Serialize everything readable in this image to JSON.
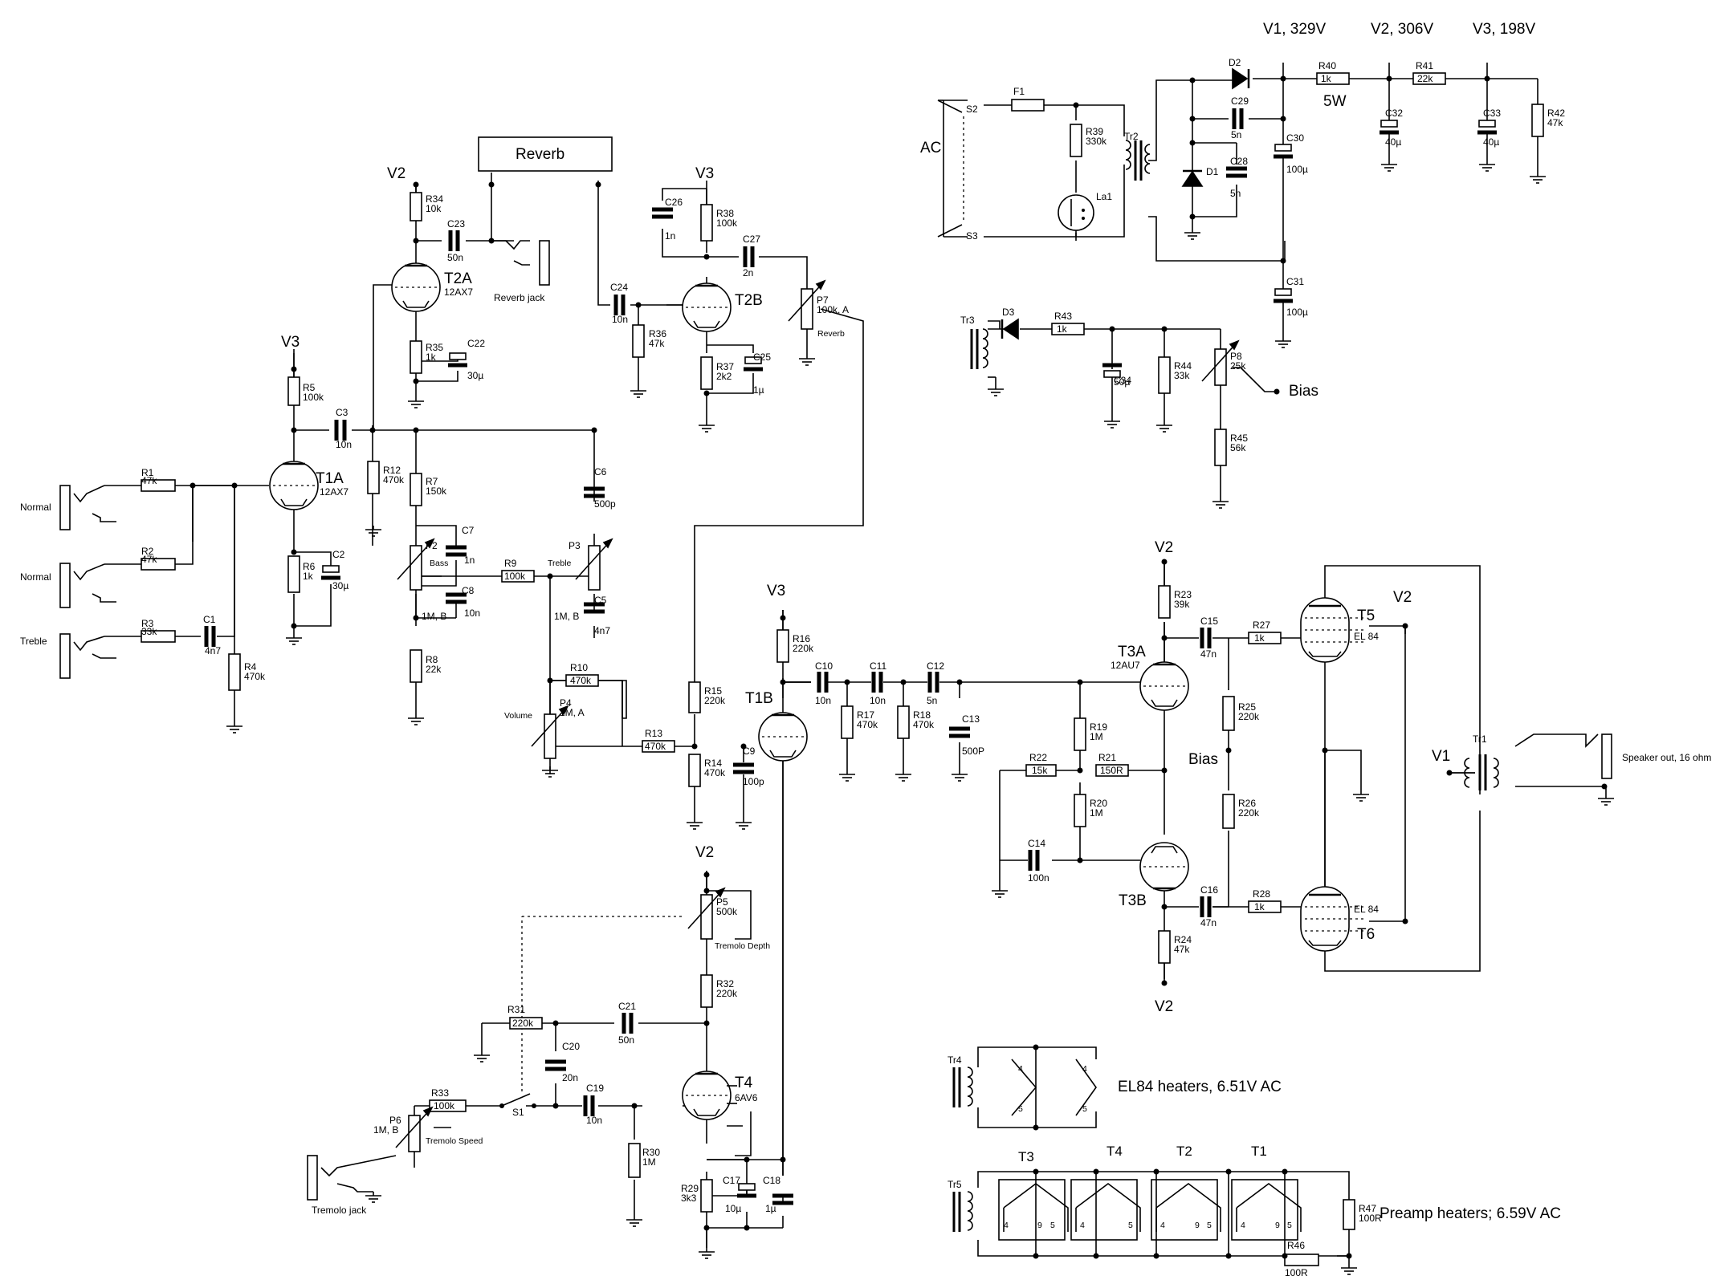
{
  "labels": {
    "v1_329": "V1, 329V",
    "v2_306": "V2, 306V",
    "v3_198": "V3, 198V",
    "v1": "V1",
    "v2": "V2",
    "v3": "V3",
    "ac": "AC",
    "bias": "Bias",
    "w5": "5W",
    "reverb_box": "Reverb",
    "s1": "S1",
    "s2": "S2",
    "s3": "S3",
    "reverb_jack": "Reverb jack",
    "tremolo_jack": "Tremolo jack",
    "speaker_out": "Speaker out, 16 ohm",
    "normal": "Normal",
    "treble": "Treble",
    "bass": "Bass",
    "treble_pot": "Treble",
    "volume": "Volume",
    "reverb_pot": "Reverb",
    "tremolo_depth": "Tremolo Depth",
    "tremolo_speed": "Tremolo Speed",
    "el84_heaters": "EL84 heaters, 6.51V AC",
    "preamp_heaters": "Preamp heaters; 6.59V AC"
  },
  "tubes": {
    "T1A": {
      "name": "T1A",
      "type": "12AX7"
    },
    "T1B": {
      "name": "T1B",
      "type": ""
    },
    "T2A": {
      "name": "T2A",
      "type": "12AX7"
    },
    "T2B": {
      "name": "T2B",
      "type": ""
    },
    "T3A": {
      "name": "T3A",
      "type": "12AU7"
    },
    "T3B": {
      "name": "T3B",
      "type": ""
    },
    "T4": {
      "name": "T4",
      "type": "6AV6"
    },
    "T5": {
      "name": "T5",
      "type": "EL 84"
    },
    "T6": {
      "name": "T6",
      "type": "EL 84"
    }
  },
  "parts": {
    "R1": [
      "R1",
      "47k"
    ],
    "R2": [
      "R2",
      "47k"
    ],
    "R3": [
      "R3",
      "33k"
    ],
    "R4": [
      "R4",
      "470k"
    ],
    "R5": [
      "R5",
      "100k"
    ],
    "R6": [
      "R6",
      "1k"
    ],
    "R7": [
      "R7",
      "150k"
    ],
    "R8": [
      "R8",
      "22k"
    ],
    "R9": [
      "R9",
      "100k"
    ],
    "R10": [
      "R10",
      "470k"
    ],
    "R12": [
      "R12",
      "470k"
    ],
    "R13": [
      "R13",
      "470k"
    ],
    "R14": [
      "R14",
      "470k"
    ],
    "R15": [
      "R15",
      "220k"
    ],
    "R16": [
      "R16",
      "220k"
    ],
    "R17": [
      "R17",
      "470k"
    ],
    "R18": [
      "R18",
      "470k"
    ],
    "R19": [
      "R19",
      "1M"
    ],
    "R20": [
      "R20",
      "1M"
    ],
    "R21": [
      "R21",
      "150R"
    ],
    "R22": [
      "R22",
      "15k"
    ],
    "R23": [
      "R23",
      "39k"
    ],
    "R24": [
      "R24",
      "47k"
    ],
    "R25": [
      "R25",
      "220k"
    ],
    "R26": [
      "R26",
      "220k"
    ],
    "R27": [
      "R27",
      "1k"
    ],
    "R28": [
      "R28",
      "1k"
    ],
    "R29": [
      "R29",
      "3k3"
    ],
    "R30": [
      "R30",
      "1M"
    ],
    "R31": [
      "R31",
      "220k"
    ],
    "R32": [
      "R32",
      "220k"
    ],
    "R33": [
      "R33",
      "100k"
    ],
    "R34": [
      "R34",
      "10k"
    ],
    "R35": [
      "R35",
      "1k"
    ],
    "R36": [
      "R36",
      "47k"
    ],
    "R37": [
      "R37",
      "2k2"
    ],
    "R38": [
      "R38",
      "100k"
    ],
    "R39": [
      "R39",
      "330k"
    ],
    "R40": [
      "R40",
      "1k"
    ],
    "R41": [
      "R41",
      "22k"
    ],
    "R42": [
      "R42",
      "47k"
    ],
    "R43": [
      "R43",
      "1k"
    ],
    "R44": [
      "R44",
      "33k"
    ],
    "R45": [
      "R45",
      "56k"
    ],
    "R46": [
      "R46",
      "100R"
    ],
    "R47": [
      "R47",
      "100R"
    ],
    "C1": [
      "C1",
      "4n7"
    ],
    "C2": [
      "C2",
      "30µ"
    ],
    "C3": [
      "C3",
      "10n"
    ],
    "C5": [
      "C5",
      "4n7"
    ],
    "C6": [
      "C6",
      "500p"
    ],
    "C7": [
      "C7",
      "1n"
    ],
    "C8": [
      "C8",
      "10n"
    ],
    "C9": [
      "C9",
      "100p"
    ],
    "C10": [
      "C10",
      "10n"
    ],
    "C11": [
      "C11",
      "10n"
    ],
    "C12": [
      "C12",
      "5n"
    ],
    "C13": [
      "C13",
      "500P"
    ],
    "C14": [
      "C14",
      "100n"
    ],
    "C15": [
      "C15",
      "47n"
    ],
    "C16": [
      "C16",
      "47n"
    ],
    "C17": [
      "C17",
      "10µ"
    ],
    "C18": [
      "C18",
      "1µ"
    ],
    "C19": [
      "C19",
      "10n"
    ],
    "C20": [
      "C20",
      "20n"
    ],
    "C21": [
      "C21",
      "50n"
    ],
    "C22": [
      "C22",
      "30µ"
    ],
    "C23": [
      "C23",
      "50n"
    ],
    "C24": [
      "C24",
      "10n"
    ],
    "C25": [
      "C25",
      "1µ"
    ],
    "C26": [
      "C26",
      "1n"
    ],
    "C27": [
      "C27",
      "2n"
    ],
    "C28": [
      "C28",
      "5n"
    ],
    "C29": [
      "C29",
      "5n"
    ],
    "C30": [
      "C30",
      "100µ"
    ],
    "C31": [
      "C31",
      "100µ"
    ],
    "C32": [
      "C32",
      "40µ"
    ],
    "C33": [
      "C33",
      "40µ"
    ],
    "C34": [
      "C34",
      "50µ"
    ],
    "P2": [
      "P2",
      "1M, B"
    ],
    "P3": [
      "P3",
      "1M, B"
    ],
    "P4": [
      "P4",
      "1M, A"
    ],
    "P5": [
      "P5",
      "500k"
    ],
    "P6": [
      "P6",
      "1M, B"
    ],
    "P7": [
      "P7",
      "100k, A"
    ],
    "P8": [
      "P8",
      "25k"
    ],
    "D1": [
      "D1",
      ""
    ],
    "D2": [
      "D2",
      ""
    ],
    "D3": [
      "D3",
      ""
    ],
    "F1": [
      "F1",
      ""
    ],
    "La1": [
      "La1",
      ""
    ],
    "Tr1": [
      "Tr1",
      ""
    ],
    "Tr2": [
      "Tr2",
      ""
    ],
    "Tr3": [
      "Tr3",
      ""
    ],
    "Tr4": [
      "Tr4",
      ""
    ],
    "Tr5": [
      "Tr5",
      ""
    ]
  },
  "heater_tubes": {
    "T3": "T3",
    "T4": "T4",
    "T2": "T2",
    "T1": "T1"
  },
  "pins": {
    "p4": "4",
    "p5": "5",
    "p9": "9"
  }
}
